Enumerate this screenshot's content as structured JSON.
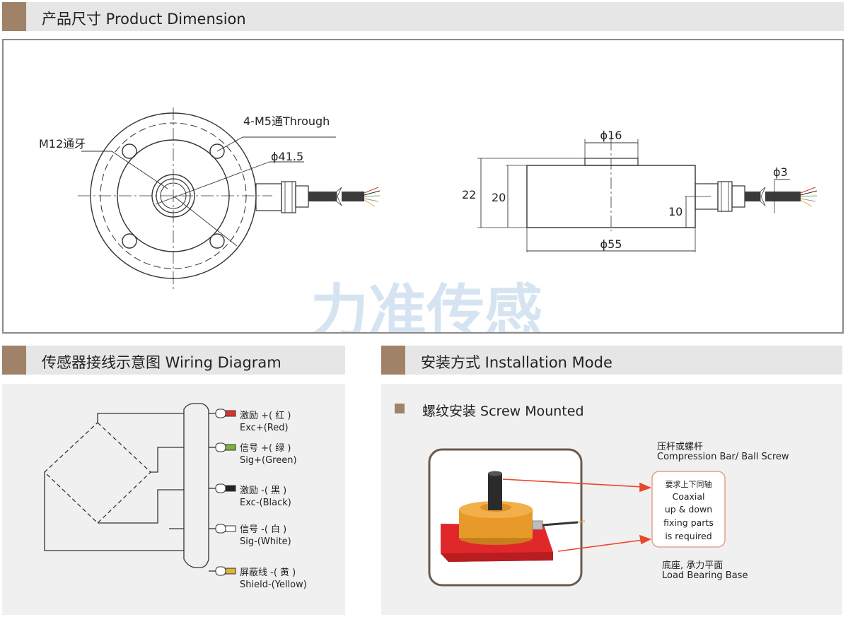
{
  "sections": {
    "product_dimension": "产品尺寸 Product Dimension",
    "wiring_diagram": "传感器接线示意图  Wiring Diagram",
    "installation_mode": "安装方式 Installation Mode"
  },
  "dimensions": {
    "top_view": {
      "thread_label": "M12通牙",
      "holes_label": "4-M5通Through",
      "diameter_label": "ϕ41.5"
    },
    "side_view": {
      "button_dia": "ϕ16",
      "total_height": "22",
      "body_height": "20",
      "cable_dia": "ϕ3",
      "connector_height": "10",
      "body_dia": "ϕ55"
    }
  },
  "watermark": "力准传感",
  "wiring": {
    "wires": [
      {
        "cn": "激励 +( 红 )",
        "en": "Exc+(Red)",
        "color": "#d9332b"
      },
      {
        "cn": "信号 +( 绿 )",
        "en": "Sig+(Green)",
        "color": "#7bb342"
      },
      {
        "cn": "激励 -( 黑 )",
        "en": "Exc-(Black)",
        "color": "#222222"
      },
      {
        "cn": "信号 -( 白 )",
        "en": "Sig-(White)",
        "color": "#ffffff"
      },
      {
        "cn": "屏蔽线 -( 黄 )",
        "en": "Shield-(Yellow)",
        "color": "#e2b23a"
      }
    ]
  },
  "installation": {
    "mode_title": "螺纹安装 Screw Mounted",
    "top_callout_cn": "压杆或螺杆",
    "top_callout_en": "Compression Bar/ Ball Screw",
    "note_cn": "要求上下同轴",
    "note_en_1": "Coaxial",
    "note_en_2": "up & down",
    "note_en_3": "fixing parts",
    "note_en_4": "is required",
    "bottom_callout_cn": "底座, 承力平面",
    "bottom_callout_en": "Load Bearing Base"
  },
  "colors": {
    "accent": "#a08269",
    "header_bg": "#e6e6e6",
    "panel_bg": "#f0f0f0",
    "arrow": "#e8472c",
    "watermark": "#d6e4f2"
  }
}
